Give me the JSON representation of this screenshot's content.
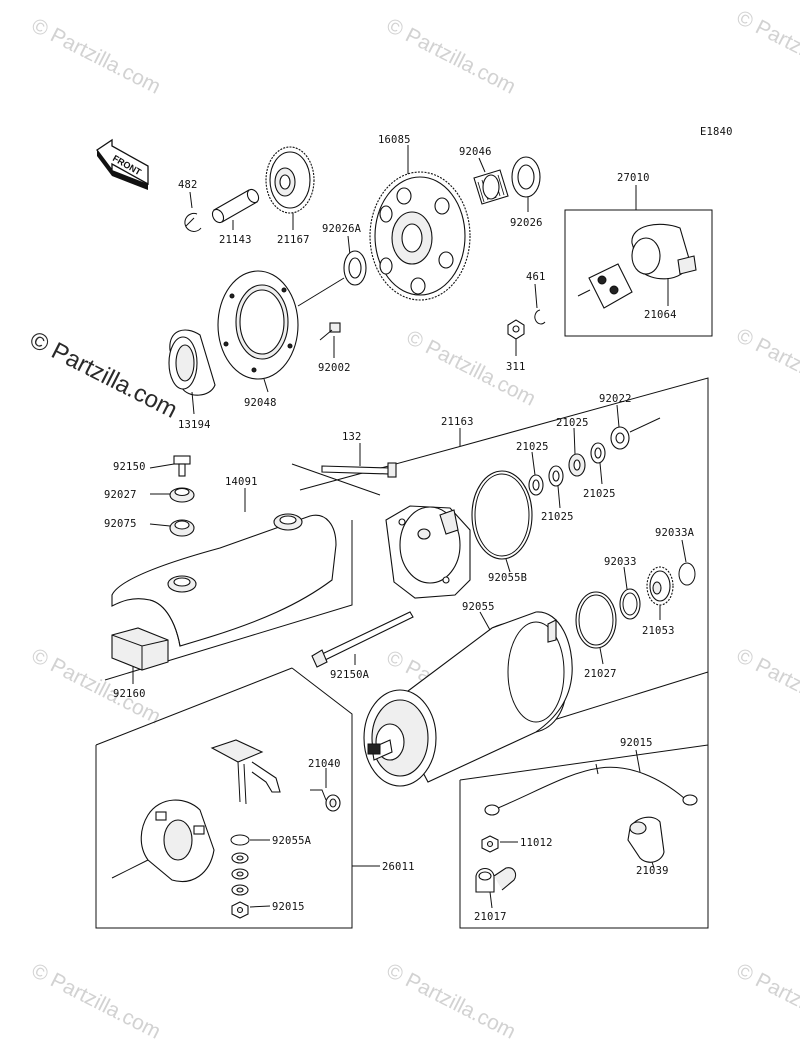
{
  "diagram_code": "E1840",
  "front_label": "FRONT",
  "watermarks": {
    "site": "© Partzilla.com"
  },
  "parts": [
    {
      "id": "p482",
      "label": "482"
    },
    {
      "id": "p21143",
      "label": "21143"
    },
    {
      "id": "p21167",
      "label": "21167"
    },
    {
      "id": "p16085",
      "label": "16085"
    },
    {
      "id": "p92046",
      "label": "92046"
    },
    {
      "id": "p92026",
      "label": "92026"
    },
    {
      "id": "p27010",
      "label": "27010"
    },
    {
      "id": "p92026A",
      "label": "92026A"
    },
    {
      "id": "p461",
      "label": "461"
    },
    {
      "id": "p21064",
      "label": "21064"
    },
    {
      "id": "p311",
      "label": "311"
    },
    {
      "id": "p92002",
      "label": "92002"
    },
    {
      "id": "p92048",
      "label": "92048"
    },
    {
      "id": "p13194",
      "label": "13194"
    },
    {
      "id": "p21163",
      "label": "21163"
    },
    {
      "id": "p132",
      "label": "132"
    },
    {
      "id": "p92022",
      "label": "92022"
    },
    {
      "id": "p21025a",
      "label": "21025"
    },
    {
      "id": "p21025b",
      "label": "21025"
    },
    {
      "id": "p21025c",
      "label": "21025"
    },
    {
      "id": "p21025d",
      "label": "21025"
    },
    {
      "id": "p92150",
      "label": "92150"
    },
    {
      "id": "p92027",
      "label": "92027"
    },
    {
      "id": "p14091",
      "label": "14091"
    },
    {
      "id": "p92075",
      "label": "92075"
    },
    {
      "id": "p92055B",
      "label": "92055B"
    },
    {
      "id": "p92033A",
      "label": "92033A"
    },
    {
      "id": "p92033",
      "label": "92033"
    },
    {
      "id": "p92055",
      "label": "92055"
    },
    {
      "id": "p21053",
      "label": "21053"
    },
    {
      "id": "p92150A",
      "label": "92150A"
    },
    {
      "id": "p21027",
      "label": "21027"
    },
    {
      "id": "p92160",
      "label": "92160"
    },
    {
      "id": "p21040",
      "label": "21040"
    },
    {
      "id": "p26011",
      "label": "26011"
    },
    {
      "id": "p92055A",
      "label": "92055A"
    },
    {
      "id": "p92015a",
      "label": "92015"
    },
    {
      "id": "p11012",
      "label": "11012"
    },
    {
      "id": "p21039",
      "label": "21039"
    },
    {
      "id": "p92015b",
      "label": "92015"
    },
    {
      "id": "p21017",
      "label": "21017"
    }
  ]
}
